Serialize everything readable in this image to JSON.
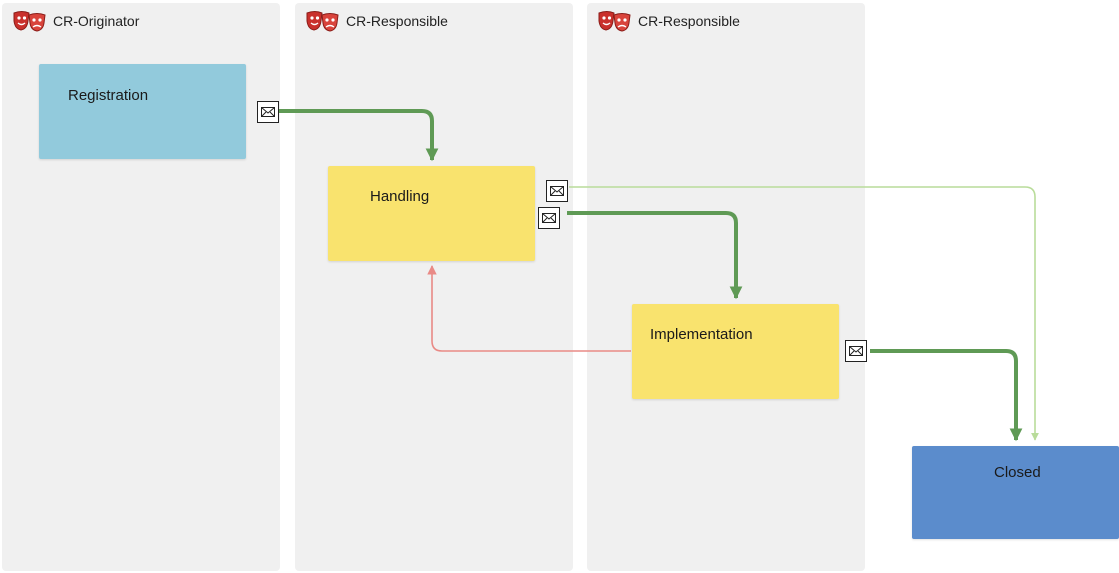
{
  "lanes": [
    {
      "title": "CR-Originator"
    },
    {
      "title": "CR-Responsible"
    },
    {
      "title": "CR-Responsible"
    }
  ],
  "nodes": {
    "registration": {
      "label": "Registration",
      "color": "#92cadc"
    },
    "handling": {
      "label": "Handling",
      "color": "#f9e36e"
    },
    "implementation": {
      "label": "Implementation",
      "color": "#f9e36e"
    },
    "closed": {
      "label": "Closed",
      "color": "#5b8ccc"
    }
  },
  "connection_colors": {
    "main": "#5f9a55",
    "optional": "#b9dc9a",
    "return": "#e98a86"
  },
  "icons": {
    "lane": "theater-masks-icon",
    "connector": "envelope-icon"
  }
}
